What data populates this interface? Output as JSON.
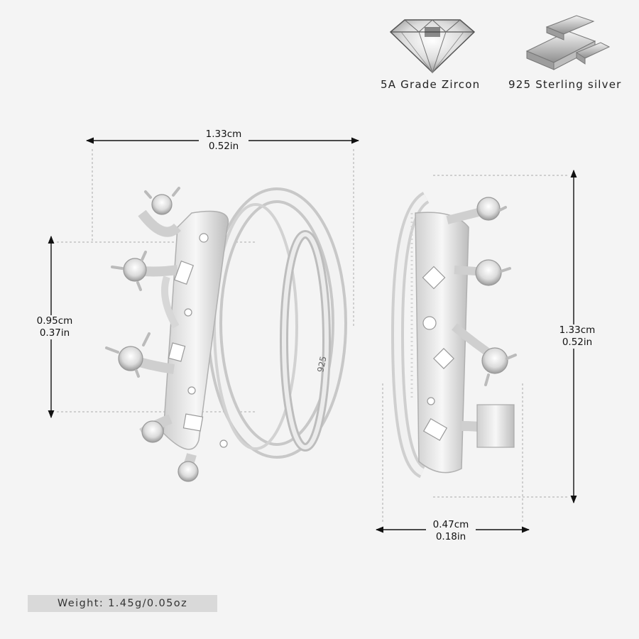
{
  "badges": {
    "zircon_label": "5A Grade Zircon",
    "silver_label": "925 Sterling silver"
  },
  "dimensions": {
    "front_width_cm": "1.33cm",
    "front_width_in": "0.52in",
    "front_height_cm": "0.95cm",
    "front_height_in": "0.37in",
    "side_height_cm": "1.33cm",
    "side_height_in": "0.52in",
    "side_width_cm": "0.47cm",
    "side_width_in": "0.18in"
  },
  "hallmark": "925",
  "weight_text": "Weight: 1.45g/0.05oz",
  "colors": {
    "background": "#f4f4f4",
    "silver": "#e6e6e6",
    "silver_dark": "#b5b5b5",
    "weight_bar": "#d9d9d9"
  },
  "icons": [
    "diamond-icon",
    "silver-bars-icon"
  ]
}
